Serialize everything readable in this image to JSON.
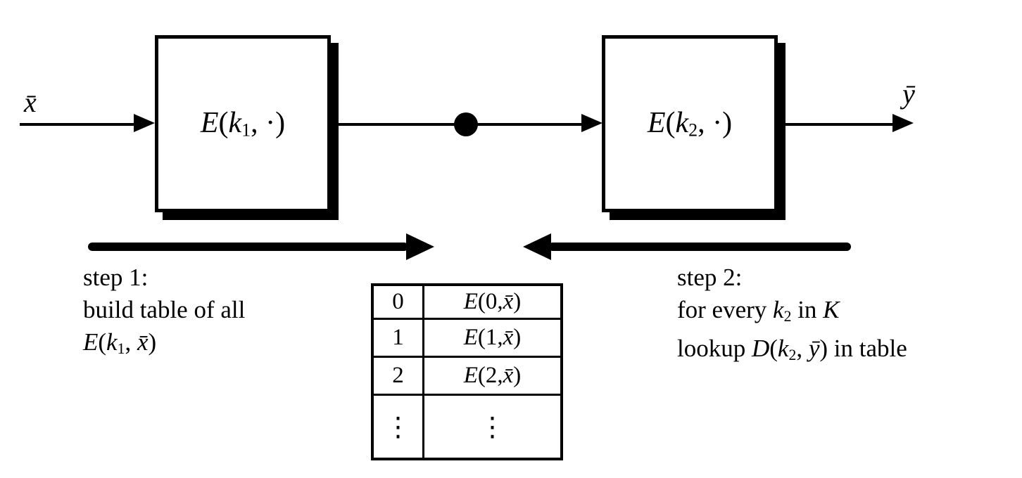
{
  "diagram": {
    "colors": {
      "ink": "#000000",
      "background": "#ffffff"
    },
    "io": {
      "input_label_runs": [
        [
          "i",
          "x̄"
        ]
      ],
      "output_label_runs": [
        [
          "i",
          "ȳ"
        ]
      ]
    },
    "box1": {
      "label_runs": [
        [
          "i",
          "E"
        ],
        [
          "u",
          "("
        ],
        [
          "i",
          "k"
        ],
        [
          "s",
          "1"
        ],
        [
          "u",
          ", ·)"
        ]
      ]
    },
    "box2": {
      "label_runs": [
        [
          "i",
          "E"
        ],
        [
          "u",
          "("
        ],
        [
          "i",
          "k"
        ],
        [
          "s",
          "2"
        ],
        [
          "u",
          ", ·)"
        ]
      ]
    },
    "step1": {
      "line1": "step 1:",
      "line2": "build table of all",
      "line3_runs": [
        [
          "i",
          "E"
        ],
        [
          "u",
          "("
        ],
        [
          "i",
          "k"
        ],
        [
          "s",
          "1"
        ],
        [
          "u",
          ", "
        ],
        [
          "i",
          "x̄"
        ],
        [
          "u",
          ")"
        ]
      ]
    },
    "step2": {
      "line1": "step 2:",
      "line2_runs": [
        [
          "u",
          "for every "
        ],
        [
          "i",
          "k"
        ],
        [
          "s",
          "2"
        ],
        [
          "u",
          " in "
        ],
        [
          "c",
          "K"
        ]
      ],
      "line3_runs": [
        [
          "u",
          "lookup "
        ],
        [
          "i",
          "D"
        ],
        [
          "u",
          "("
        ],
        [
          "i",
          "k"
        ],
        [
          "s",
          "2"
        ],
        [
          "u",
          ", "
        ],
        [
          "i",
          "ȳ"
        ],
        [
          "u",
          ")"
        ],
        [
          "u",
          " in table"
        ]
      ]
    },
    "table": {
      "rows": [
        {
          "key": "0",
          "value_runs": [
            [
              "i",
              "E"
            ],
            [
              "u",
              "(0, "
            ],
            [
              "i",
              "x̄"
            ],
            [
              "u",
              ")"
            ]
          ]
        },
        {
          "key": "1",
          "value_runs": [
            [
              "i",
              "E"
            ],
            [
              "u",
              "(1, "
            ],
            [
              "i",
              "x̄"
            ],
            [
              "u",
              ")"
            ]
          ]
        },
        {
          "key": "2",
          "value_runs": [
            [
              "i",
              "E"
            ],
            [
              "u",
              "(2, "
            ],
            [
              "i",
              "x̄"
            ],
            [
              "u",
              ")"
            ]
          ]
        },
        {
          "key": "⋮",
          "value": "⋮"
        }
      ]
    }
  }
}
